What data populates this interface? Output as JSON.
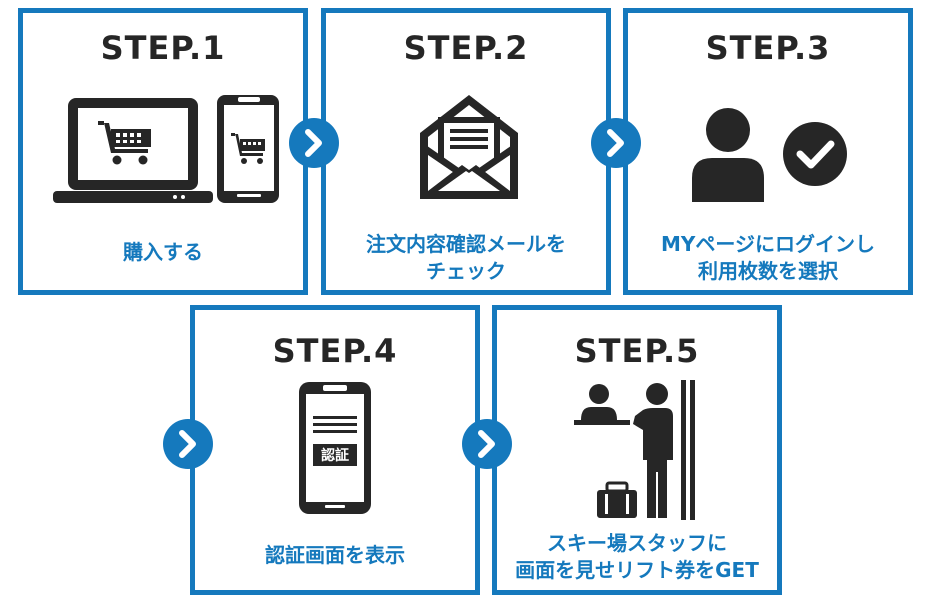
{
  "steps": [
    {
      "title": "STEP.1",
      "caption": [
        "購入する"
      ],
      "icon": "laptop-smartphone-cart-icon"
    },
    {
      "title": "STEP.2",
      "caption": [
        "注文内容確認メールを",
        "チェック"
      ],
      "icon": "envelope-letter-icon"
    },
    {
      "title": "STEP.3",
      "caption": [
        "MYページにログインし",
        "利用枚数を選択"
      ],
      "icon": "user-check-icon"
    },
    {
      "title": "STEP.4",
      "caption": [
        "認証画面を表示"
      ],
      "icon": "smartphone-auth-icon",
      "screen_label": "認証"
    },
    {
      "title": "STEP.5",
      "caption": [
        "スキー場スタッフに",
        "画面を見せリフト券をGET"
      ],
      "icon": "ticket-counter-staff-icon"
    }
  ],
  "colors": {
    "accent": "#1579bd",
    "icon": "#262626",
    "background": "#ffffff"
  },
  "arrow_icon": "chevron-right-circle-icon"
}
